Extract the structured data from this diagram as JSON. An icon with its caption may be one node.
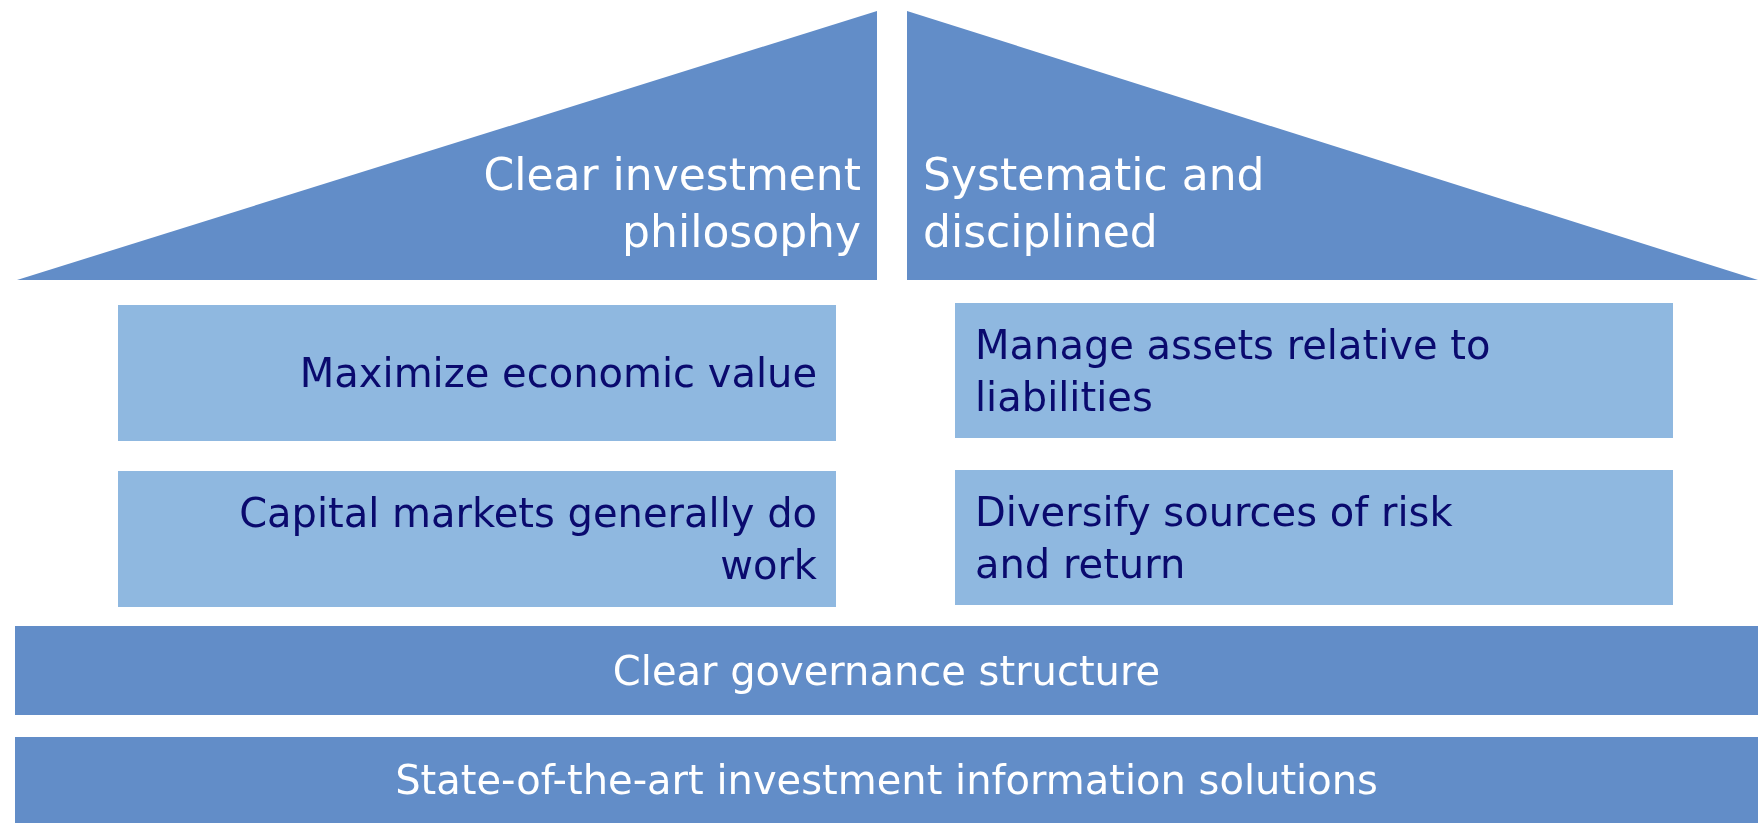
{
  "diagram": {
    "nodes": [
      {
        "text": [
          "Clear investment philosophy"
        ]
      },
      {
        "text": [
          "Systematic and disciplined"
        ]
      },
      {
        "text": [
          "Maximize economic value"
        ]
      },
      {
        "text": [
          "Manage assets relative to liabilities"
        ]
      },
      {
        "text": [
          "Capital markets generally do work"
        ]
      },
      {
        "text": [
          "Diversify sources of risk and return"
        ]
      },
      {
        "text": [
          "Clear governance structure"
        ]
      },
      {
        "text": [
          "State-of-the-art investment information solutions"
        ]
      }
    ]
  }
}
